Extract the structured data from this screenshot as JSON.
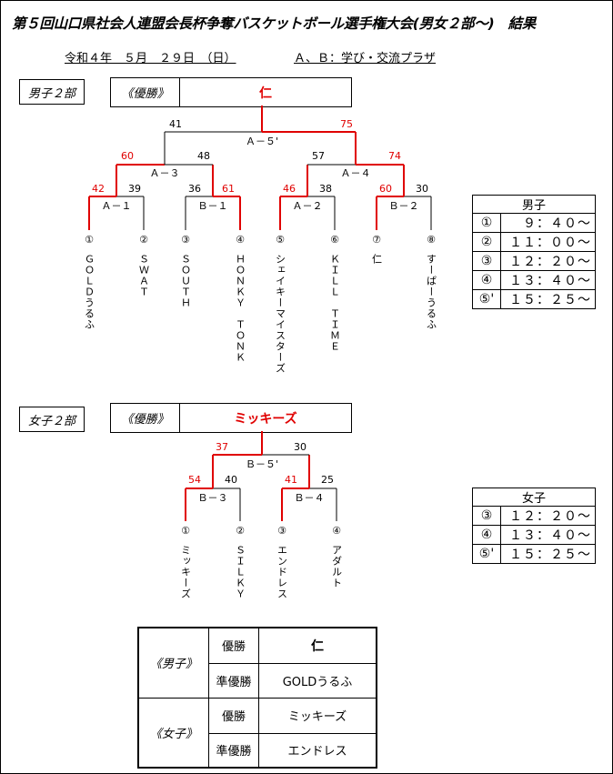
{
  "title": "第５回山口県社会人連盟会長杯争奪バスケットボール選手権大会(男女２部～)　結果",
  "date": "令和４年　５月　２９日　（日）",
  "venue": "Ａ、Ｂ：学び・交流プラザ",
  "men": {
    "division": "男子２部",
    "champion_label": "《優勝》",
    "champion": "仁",
    "final": {
      "label": "Ａ－５'",
      "left_score": "41",
      "right_score": "75"
    },
    "semis": [
      {
        "label": "Ａ－３",
        "left_score": "60",
        "right_score": "48"
      },
      {
        "label": "Ａ－４",
        "left_score": "57",
        "right_score": "74"
      }
    ],
    "firsts": [
      {
        "label": "Ａ－１",
        "left_score": "42",
        "right_score": "39"
      },
      {
        "label": "Ｂ－１",
        "left_score": "36",
        "right_score": "61"
      },
      {
        "label": "Ａ－２",
        "left_score": "46",
        "right_score": "38"
      },
      {
        "label": "Ｂ－２",
        "left_score": "60",
        "right_score": "30"
      }
    ],
    "teams": [
      {
        "num": "①",
        "name": "ＧＯＬＤうるふ"
      },
      {
        "num": "②",
        "name": "ＳＷＡＴ"
      },
      {
        "num": "③",
        "name": "ＳＯＵＴＨ"
      },
      {
        "num": "④",
        "name": "ＨＯＮＫＹ　ＴＯＮＫ"
      },
      {
        "num": "⑤",
        "name": "シェイキーマイスターズ"
      },
      {
        "num": "⑥",
        "name": "ＫＩＬＬ　ＴＩＭＥ"
      },
      {
        "num": "⑦",
        "name": "仁"
      },
      {
        "num": "⑧",
        "name": "すーぱーうるふ"
      }
    ],
    "schedule_header": "男子",
    "schedule": [
      {
        "num": "①",
        "time": "９：４０～"
      },
      {
        "num": "②",
        "time": "１１：００～"
      },
      {
        "num": "③",
        "time": "１２：２０～"
      },
      {
        "num": "④",
        "time": "１３：４０～"
      },
      {
        "num": "⑤'",
        "time": "１５：２５～"
      }
    ]
  },
  "women": {
    "division": "女子２部",
    "champion_label": "《優勝》",
    "champion": "ミッキーズ",
    "final": {
      "label": "Ｂ－５'",
      "left_score": "37",
      "right_score": "30"
    },
    "firsts": [
      {
        "label": "Ｂ－３",
        "left_score": "54",
        "right_score": "40"
      },
      {
        "label": "Ｂ－４",
        "left_score": "41",
        "right_score": "25"
      }
    ],
    "teams": [
      {
        "num": "①",
        "name": "ミッキーズ"
      },
      {
        "num": "②",
        "name": "ＳＩＬＫＹ"
      },
      {
        "num": "③",
        "name": "エンドレス"
      },
      {
        "num": "④",
        "name": "アダルト"
      }
    ],
    "schedule_header": "女子",
    "schedule": [
      {
        "num": "③",
        "time": "１２：２０～"
      },
      {
        "num": "④",
        "time": "１３：４０～"
      },
      {
        "num": "⑤'",
        "time": "１５：２５～"
      }
    ]
  },
  "results": {
    "men_label": "《男子》",
    "women_label": "《女子》",
    "winner_label": "優勝",
    "runner_label": "準優勝",
    "men_winner": "仁",
    "men_runner": "GOLDうるふ",
    "women_winner": "ミッキーズ",
    "women_runner": "エンドレス"
  },
  "colors": {
    "win": "#e00000",
    "line": "#000000"
  }
}
